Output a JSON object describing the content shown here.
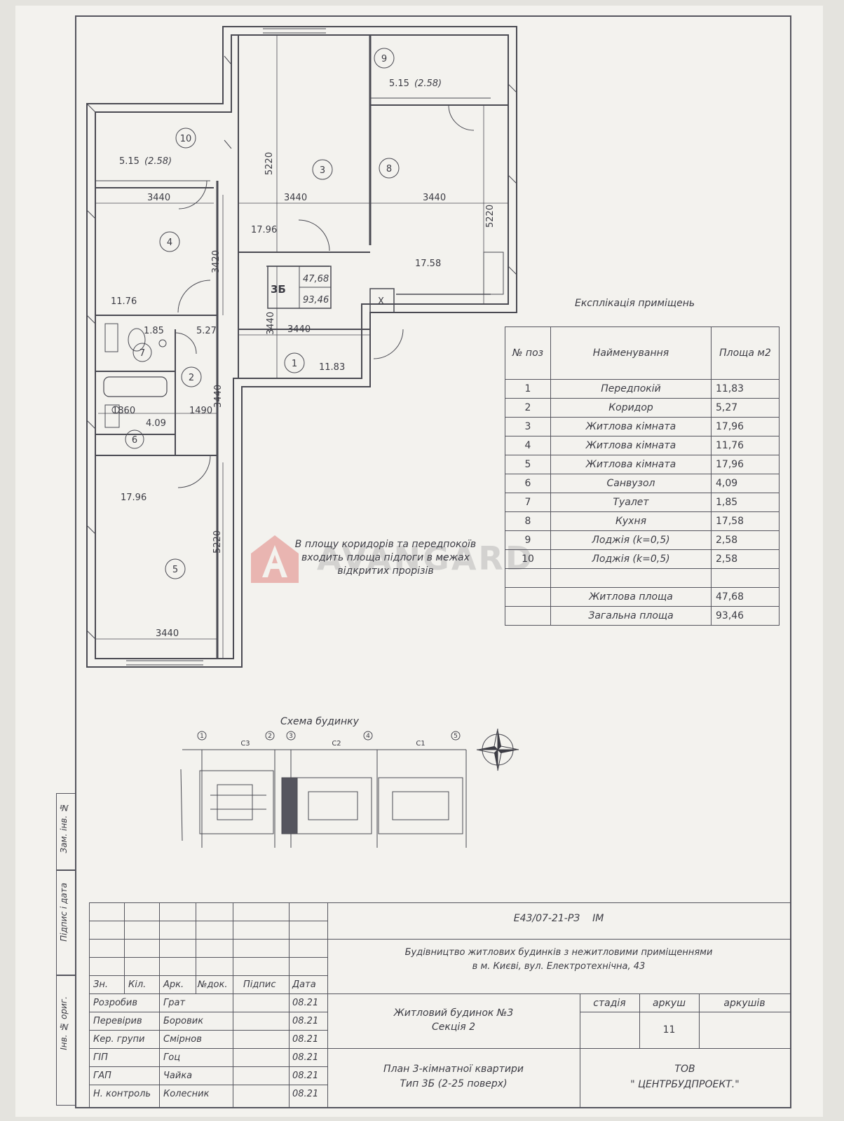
{
  "plan": {
    "room_numbers": [
      "1",
      "2",
      "3",
      "4",
      "5",
      "6",
      "7",
      "8",
      "9",
      "10"
    ],
    "areas": {
      "r1": "11.83",
      "r2": "5.27",
      "r3": "17.96",
      "r4": "11.76",
      "r5": "17.96",
      "r6": "4.09",
      "r7": "1.85",
      "r8": "17.58",
      "r9": "5.15",
      "r9_half": "(2.58)",
      "r10": "5.15",
      "r10_half": "(2.58)"
    },
    "dimensions": {
      "d3440": "3440",
      "d5220": "5220",
      "d3420": "3420",
      "d1860": "1860",
      "d1490": "1490"
    },
    "apt_type": "3Б",
    "apt_living": "47,68",
    "apt_total": "93,46",
    "kitchen_x": "X"
  },
  "explication": {
    "title": "Експлікація приміщень",
    "headers": {
      "num": "№ поз",
      "name": "Найменування",
      "area": "Площа м2"
    },
    "rows": [
      {
        "num": "1",
        "name": "Передпокій",
        "area": "11,83"
      },
      {
        "num": "2",
        "name": "Коридор",
        "area": "5,27"
      },
      {
        "num": "3",
        "name": "Житлова кімната",
        "area": "17,96"
      },
      {
        "num": "4",
        "name": "Житлова кімната",
        "area": "11,76"
      },
      {
        "num": "5",
        "name": "Житлова кімната",
        "area": "17,96"
      },
      {
        "num": "6",
        "name": "Санвузол",
        "area": "4,09"
      },
      {
        "num": "7",
        "name": "Туалет",
        "area": "1,85"
      },
      {
        "num": "8",
        "name": "Кухня",
        "area": "17,58"
      },
      {
        "num": "9",
        "name": "Лоджія (k=0,5)",
        "area": "2,58"
      },
      {
        "num": "10",
        "name": "Лоджія (k=0,5)",
        "area": "2,58"
      }
    ],
    "living_label": "Житлова площа",
    "living_value": "47,68",
    "total_label": "Загальна площа",
    "total_value": "93,46"
  },
  "note": "В площу коридорів та передпокоїв входить площа підлоги в межах відкритих прорізів",
  "watermark": "AVANGARD",
  "scheme": {
    "title": "Схема будинку",
    "sections": [
      "С3",
      "С2",
      "С1"
    ],
    "axes": [
      "1",
      "2",
      "3",
      "4",
      "5"
    ]
  },
  "side_stamp": [
    "Інв. № ориг.",
    "Підпис і дата",
    "Зам. інв. №"
  ],
  "title_block": {
    "code": "Е43/07-21-РЗ",
    "suffix": "ІМ",
    "project_line1": "Будівництво житлових будинків з нежитловими приміщеннями",
    "project_line2": "в м. Києві, вул. Електротехнічна, 43",
    "col_headers": [
      "Зн.",
      "Кіл.",
      "Арк.",
      "№док.",
      "Підпис",
      "Дата"
    ],
    "people": [
      {
        "role": "Розробив",
        "name": "Грат",
        "date": "08.21"
      },
      {
        "role": "Перевірив",
        "name": "Боровик",
        "date": "08.21"
      },
      {
        "role": "Кер. групи",
        "name": "Смірнов",
        "date": "08.21"
      },
      {
        "role": "ГІП",
        "name": "Гоц",
        "date": "08.21"
      },
      {
        "role": "ГАП",
        "name": "Чайка",
        "date": "08.21"
      },
      {
        "role": "Н. контроль",
        "name": "Колесник",
        "date": "08.21"
      }
    ],
    "building_line1": "Житловий будинок №3",
    "building_line2": "Секція 2",
    "stage_label": "стадія",
    "sheet_label": "аркуш",
    "sheets_label": "аркушів",
    "sheet_value": "11",
    "drawing_line1": "План 3-кімнатної квартири",
    "drawing_line2": "Тип 3Б (2-25 поверх)",
    "org_line1": "ТОВ",
    "org_line2": "\" ЦЕНТРБУДПРОЕКТ.\""
  }
}
